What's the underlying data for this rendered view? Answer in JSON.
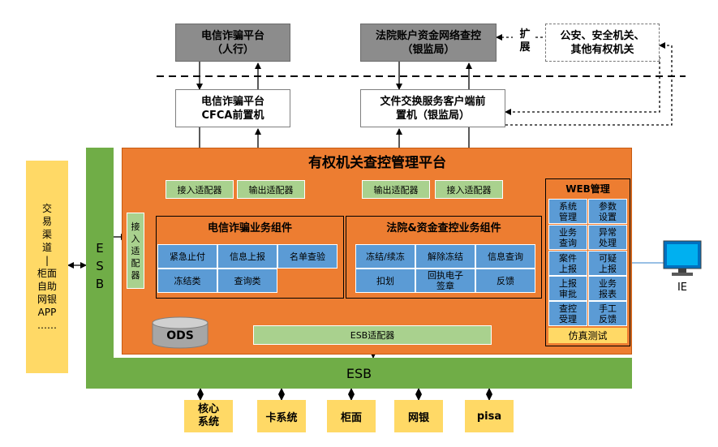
{
  "top": {
    "telecom_platform": "电信诈骗平台\n（人行）",
    "court_platform": "法院账户资金网络查控\n（银监局）",
    "police": "公安、安全机关、\n其他有权机关",
    "expand": "扩\n展"
  },
  "mid": {
    "cfca": "电信诈骗平台\nCFCA前置机",
    "file_exchange": "文件交换服务客户端前\n置机（银监局）"
  },
  "platform": {
    "title": "有权机关查控管理平台",
    "adapter_in_1": "接入适配器",
    "adapter_out_1": "输出适配器",
    "adapter_out_2": "输出适配器",
    "adapter_in_2": "接入适配器",
    "adapter_in_side": "接\n入\n适\n配\n器",
    "telecom_group": {
      "title": "电信诈骗业务组件",
      "items": [
        "紧急止付",
        "信息上报",
        "名单查验",
        "冻结类",
        "查询类"
      ]
    },
    "court_group": {
      "title": "法院&资金查控业务组件",
      "items": [
        "冻结/续冻",
        "解除冻结",
        "信息查询",
        "扣划",
        "回执电子\n签章",
        "反馈"
      ]
    },
    "ods": "ODS",
    "esb_adapter": "ESB适配器"
  },
  "web": {
    "title": "WEB管理",
    "items": [
      "系统\n管理",
      "参数\n设置",
      "业务\n查询",
      "异常\n处理",
      "案件\n上报",
      "可疑\n上报",
      "上报\n审批",
      "业务\n报表",
      "查控\n受理",
      "手工\n反馈"
    ],
    "sim": "仿真测试"
  },
  "left": {
    "channel": "交\n易\n渠\n道\n|\n柜面\n自助\n网银\nAPP\n……",
    "esb_vertical": "E\nS\nB"
  },
  "esb_bottom": "ESB",
  "ie": "IE",
  "bottom": [
    "核心\n系统",
    "卡系统",
    "柜面",
    "网银",
    "pisa"
  ]
}
